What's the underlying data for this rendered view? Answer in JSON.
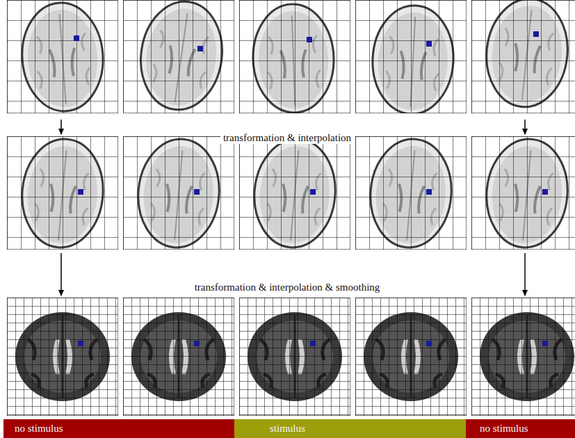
{
  "diagram": {
    "nodes": [
      {
        "text": [
          "no stimulus"
        ]
      },
      {
        "text": [
          "stimulus"
        ]
      },
      {
        "text": [
          "no stimulus"
        ]
      }
    ],
    "labels": [
      "transformation & interpolation",
      "transformation & interpolation & smoothing"
    ]
  }
}
